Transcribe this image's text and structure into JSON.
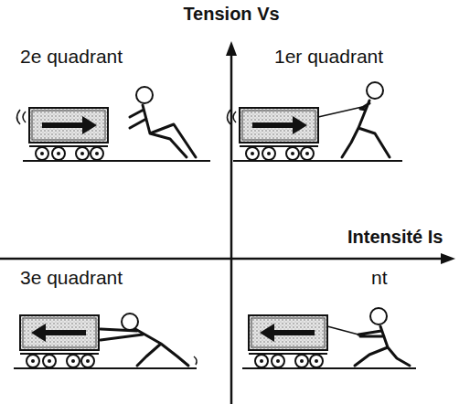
{
  "diagram": {
    "labels": [
      "Tension Vs",
      "Intensité Is",
      "2e quadrant",
      "1er quadrant",
      "3e quadrant",
      "nt"
    ]
  }
}
